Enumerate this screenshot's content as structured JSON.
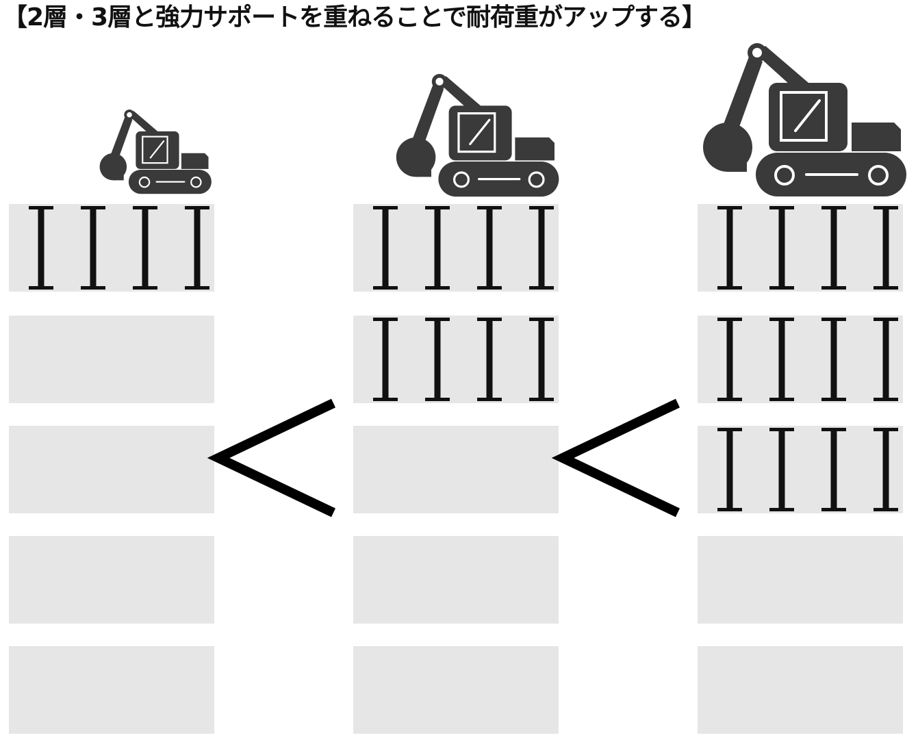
{
  "title": "【2層・3層と強力サポートを重ねることで耐荷重がアップする】",
  "colors": {
    "background": "#ffffff",
    "layer_fill": "#e6e6e6",
    "support": "#111111",
    "excavator": "#3a3a3a",
    "excavator_detail": "#ffffff",
    "comparison_mark": "#000000"
  },
  "icons": {
    "support": "i-beam-support-icon",
    "excavator": "excavator-icon",
    "comparison": "less-than-sign"
  },
  "columns": [
    {
      "id": "column-1",
      "layers": 5,
      "supported_layers": 1,
      "supports_per_layer": 4,
      "excavator_size": "small"
    },
    {
      "id": "column-2",
      "layers": 5,
      "supported_layers": 2,
      "supports_per_layer": 4,
      "excavator_size": "medium"
    },
    {
      "id": "column-3",
      "layers": 5,
      "supported_layers": 3,
      "supports_per_layer": 4,
      "excavator_size": "large"
    }
  ],
  "comparisons": [
    {
      "left": "column-1",
      "right": "column-2",
      "symbol": "less-than"
    },
    {
      "left": "column-2",
      "right": "column-3",
      "symbol": "less-than"
    }
  ]
}
